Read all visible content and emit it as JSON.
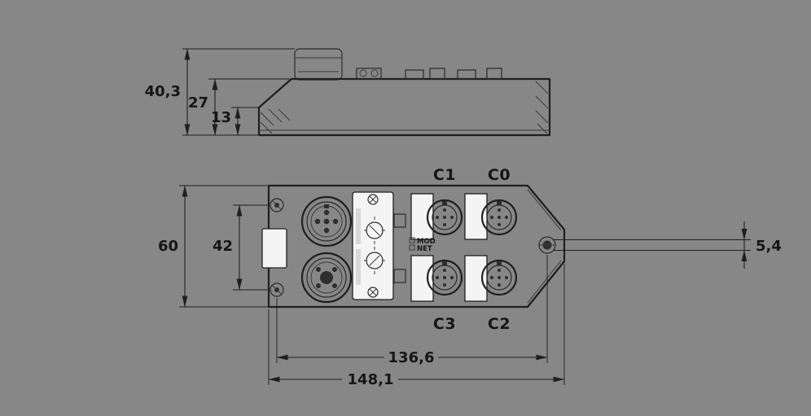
{
  "colors": {
    "background": "#878787",
    "line": "#1f1f1f",
    "label_bg": "#f4f4f4"
  },
  "side_view": {
    "dims": {
      "total_height": "40,3",
      "body_height": "27",
      "base_height": "13"
    }
  },
  "front_view": {
    "ports": {
      "c1": "C1",
      "c0": "C0",
      "c3": "C3",
      "c2": "C2"
    },
    "leds": {
      "mod": "MOD",
      "net": "NET"
    },
    "dims": {
      "height": "60",
      "mount_hole_spacing": "42",
      "hole_diameter": "5,4",
      "width_mount": "136,6",
      "width_total": "148,1"
    }
  }
}
